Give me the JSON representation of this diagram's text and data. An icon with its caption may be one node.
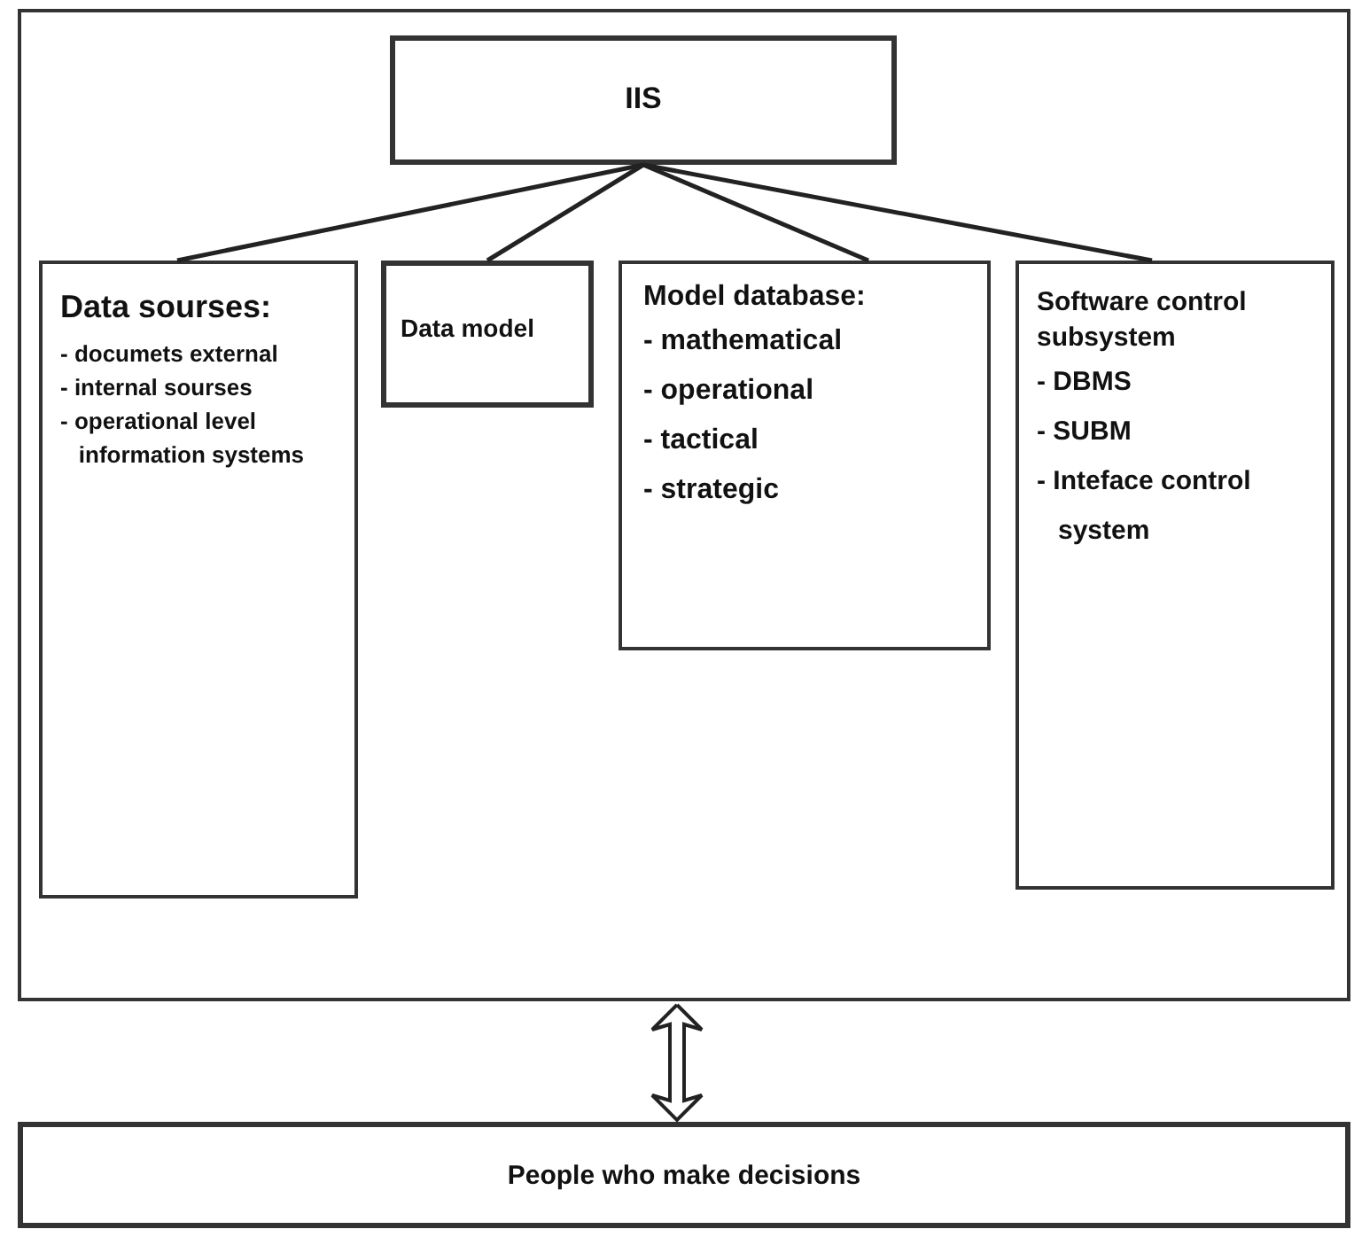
{
  "diagram": {
    "nodes": [
      {
        "text": [],
        "shape": "box"
      },
      {
        "text": [
          "IIS"
        ],
        "in": 0
      },
      {
        "text": [
          "Data sourses:",
          "- documets external",
          "- internal sourses",
          "- operational level information systems"
        ],
        "in": 0
      },
      {
        "text": [
          "Data model"
        ],
        "in": 0
      },
      {
        "text": [
          "Model database:",
          "- mathematical",
          "- operational",
          "- tactical",
          "- strategic"
        ],
        "in": 0
      },
      {
        "text": [
          "Software control subsystem",
          "- DBMS",
          "- SUBM",
          "- Inteface control system"
        ],
        "in": 0
      },
      {
        "text": [
          "People who make decisions"
        ]
      }
    ],
    "edges": [
      {
        "from": 1,
        "to": 2,
        "arrow": "none"
      },
      {
        "from": 1,
        "to": 3,
        "arrow": "none"
      },
      {
        "from": 1,
        "to": 4,
        "arrow": "none"
      },
      {
        "from": 1,
        "to": 5,
        "arrow": "none"
      },
      {
        "from": 0,
        "to": 6,
        "arrow": "both"
      }
    ]
  }
}
